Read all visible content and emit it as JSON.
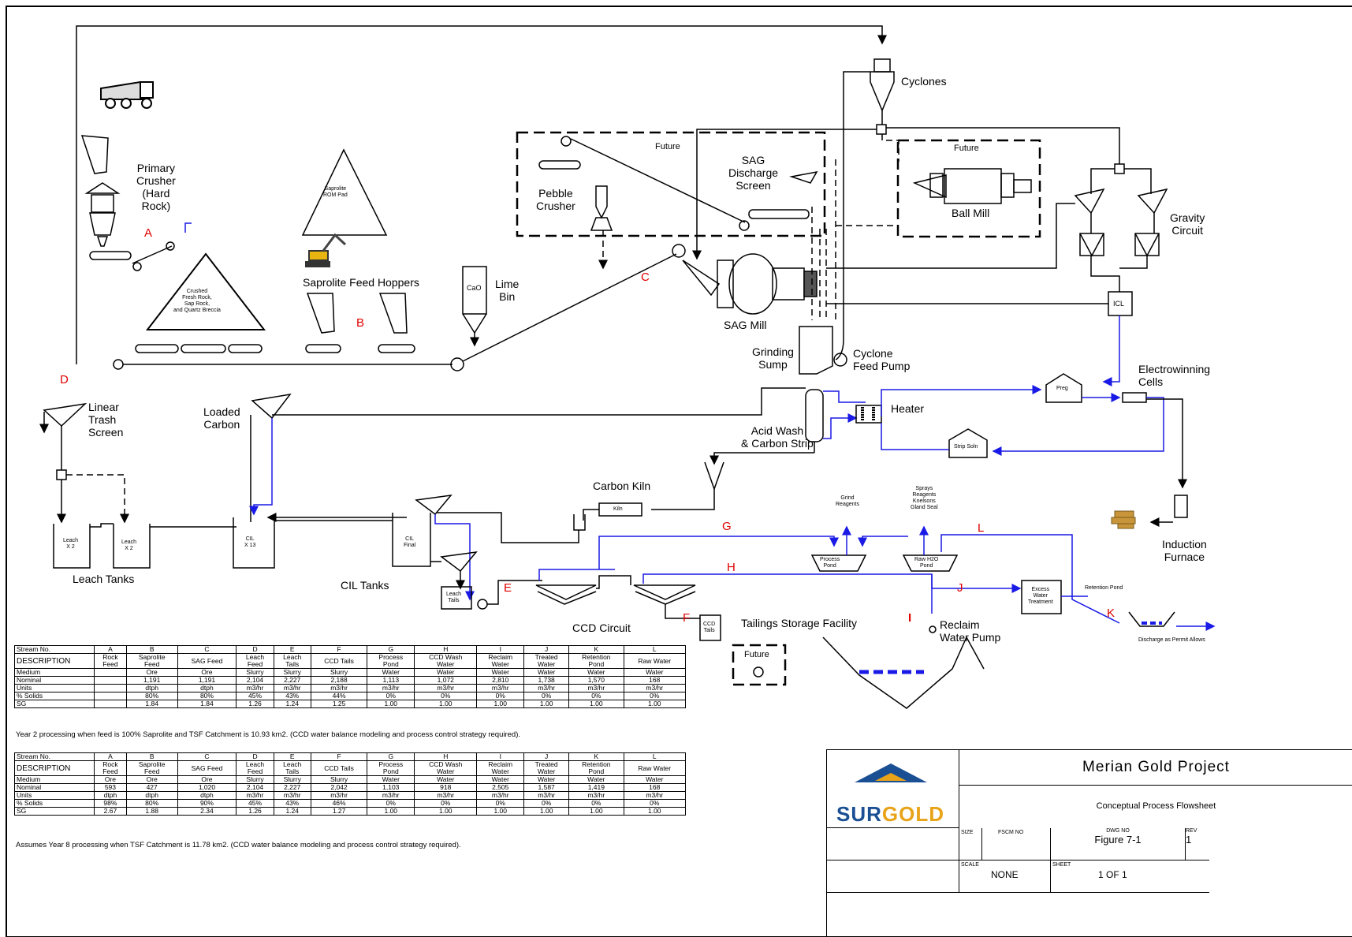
{
  "labels": {
    "cyclones": "Cyclones",
    "future_top": "Future",
    "future_ballmill": "Future",
    "sag_screen": "SAG\nDischarge\nScreen",
    "pebble_crusher": "Pebble\nCrusher",
    "ball_mill": "Ball Mill",
    "gravity": "Gravity\nCircuit",
    "primary_crusher": "Primary\nCrusher\n(Hard\nRock)",
    "saprolite_rom": "Saprolite\nROM Pad",
    "crushed": "Crushed\nFresh Rock,\nSap Rock,\nand Quartz Breccia",
    "saprolite_hoppers": "Saprolite Feed Hoppers",
    "lime_bin": "Lime\nBin",
    "cao": "CaO",
    "sag_mill": "SAG Mill",
    "grinding_sump": "Grinding\nSump",
    "cyclone_feed_pump": "Cyclone\nFeed Pump",
    "icl": "ICL",
    "electrowinning": "Electrowinning\nCells",
    "preg": "Preg",
    "heater": "Heater",
    "linear_trash": "Linear\nTrash\nScreen",
    "loaded_carbon": "Loaded\nCarbon",
    "acid_wash": "Acid Wash\n& Carbon Strip",
    "strip_soln": "Strip Soln",
    "carbon_kiln": "Carbon Kiln",
    "kiln": "Kiln",
    "grind_reagents": "Grind\nReagents",
    "sprays": "Sprays\nReagents\nKnelsons\nGland Seal",
    "induction_furnace": "Induction\nFurnace",
    "leach_x2a": "Leach\nX 2",
    "leach_x2b": "Leach\nX 2",
    "cil_x13": "CIL\nX 13",
    "cil_final": "CIL\nFinal",
    "leach_tanks": "Leach Tanks",
    "cil_tanks": "CIL Tanks",
    "leach_tails": "Leach\nTails",
    "process_pond": "Process\nPond",
    "raw_h2o": "Raw H2O\nPond",
    "ccd_circuit": "CCD Circuit",
    "ccd_tails": "CCD\nTails",
    "excess_water": "Excess\nWater\nTreatment",
    "retention_pond": "Retention Pond",
    "discharge": "Discharge as Permit Allows",
    "tsf": "Tailings Storage Facility",
    "future_tsf": "Future",
    "reclaim_pump": "Reclaim\nWater Pump"
  },
  "stream_letters": {
    "A": "A",
    "B": "B",
    "C": "C",
    "D": "D",
    "E": "E",
    "F": "F",
    "G": "G",
    "H": "H",
    "I": "I",
    "J": "J",
    "K": "K",
    "L": "L"
  },
  "table1": {
    "header": [
      "Stream No.",
      "A",
      "B",
      "C",
      "D",
      "E",
      "F",
      "G",
      "H",
      "I",
      "J",
      "K",
      "L"
    ],
    "desc": [
      "DESCRIPTION",
      "Rock\nFeed",
      "Saprolite\nFeed",
      "SAG Feed",
      "Leach\nFeed",
      "Leach\nTails",
      "CCD Tails",
      "Process\nPond",
      "CCD Wash\nWater",
      "Reclaim\nWater",
      "Treated\nWater",
      "Retention\nPond",
      "Raw Water"
    ],
    "rows": [
      [
        "Medium",
        "",
        "Ore",
        "Ore",
        "Slurry",
        "Slurry",
        "Slurry",
        "Water",
        "Water",
        "Water",
        "Water",
        "Water",
        "Water"
      ],
      [
        "Nominal",
        "",
        "1,191",
        "1,191",
        "2,104",
        "2,227",
        "2,188",
        "1,113",
        "1,072",
        "2,810",
        "1,738",
        "1,570",
        "168"
      ],
      [
        "Units",
        "",
        "dtph",
        "dtph",
        "m3/hr",
        "m3/hr",
        "m3/hr",
        "m3/hr",
        "m3/hr",
        "m3/hr",
        "m3/hr",
        "m3/hr",
        "m3/hr"
      ],
      [
        "% Solids",
        "",
        "80%",
        "80%",
        "45%",
        "43%",
        "44%",
        "0%",
        "0%",
        "0%",
        "0%",
        "0%",
        "0%"
      ],
      [
        "SG",
        "",
        "1.84",
        "1.84",
        "1.26",
        "1.24",
        "1.25",
        "1.00",
        "1.00",
        "1.00",
        "1.00",
        "1.00",
        "1.00"
      ]
    ],
    "note": "Year 2 processing when feed is 100% Saprolite and TSF Catchment is 10.93 km2.  (CCD water balance modeling and process control strategy required)."
  },
  "table2": {
    "header": [
      "Stream No.",
      "A",
      "B",
      "C",
      "D",
      "E",
      "F",
      "G",
      "H",
      "I",
      "J",
      "K",
      "L"
    ],
    "desc": [
      "DESCRIPTION",
      "Rock\nFeed",
      "Saprolite\nFeed",
      "SAG Feed",
      "Leach\nFeed",
      "Leach\nTails",
      "CCD Tails",
      "Process\nPond",
      "CCD Wash\nWater",
      "Reclaim\nWater",
      "Treated\nWater",
      "Retention\nPond",
      "Raw Water"
    ],
    "rows": [
      [
        "Medium",
        "Ore",
        "Ore",
        "Ore",
        "Slurry",
        "Slurry",
        "Slurry",
        "Water",
        "Water",
        "Water",
        "Water",
        "Water",
        "Water"
      ],
      [
        "Nominal",
        "593",
        "427",
        "1,020",
        "2,104",
        "2,227",
        "2,042",
        "1,103",
        "918",
        "2,505",
        "1,587",
        "1,419",
        "168"
      ],
      [
        "Units",
        "dtph",
        "dtph",
        "dtph",
        "m3/hr",
        "m3/hr",
        "m3/hr",
        "m3/hr",
        "m3/hr",
        "m3/hr",
        "m3/hr",
        "m3/hr",
        "m3/hr"
      ],
      [
        "% Solids",
        "98%",
        "80%",
        "90%",
        "45%",
        "43%",
        "46%",
        "0%",
        "0%",
        "0%",
        "0%",
        "0%",
        "0%"
      ],
      [
        "SG",
        "2.67",
        "1.88",
        "2.34",
        "1.26",
        "1.24",
        "1.27",
        "1.00",
        "1.00",
        "1.00",
        "1.00",
        "1.00",
        "1.00"
      ]
    ],
    "note": "Assumes Year 8 processing when TSF Catchment is 11.78 km2.  (CCD water balance modeling and process control strategy required)."
  },
  "title_block": {
    "logo_sur": "SUR",
    "logo_gold": "GOLD",
    "project": "Merian Gold Project",
    "description": "Conceptual Process Flowsheet",
    "size_label": "SIZE",
    "fscm_label": "FSCM NO",
    "dwg_label": "DWG NO",
    "dwg_no": "Figure 7-1",
    "rev_label": "REV",
    "rev": "1",
    "scale_label": "SCALE",
    "scale": "NONE",
    "sheet_label": "SHEET",
    "sheet": "1  OF  1"
  },
  "colors": {
    "process_line": "#000000",
    "water_line": "#1a1ae6",
    "stream_letter": "#e00000",
    "logo_blue": "#1b4f94",
    "logo_gold": "#e8a318"
  }
}
